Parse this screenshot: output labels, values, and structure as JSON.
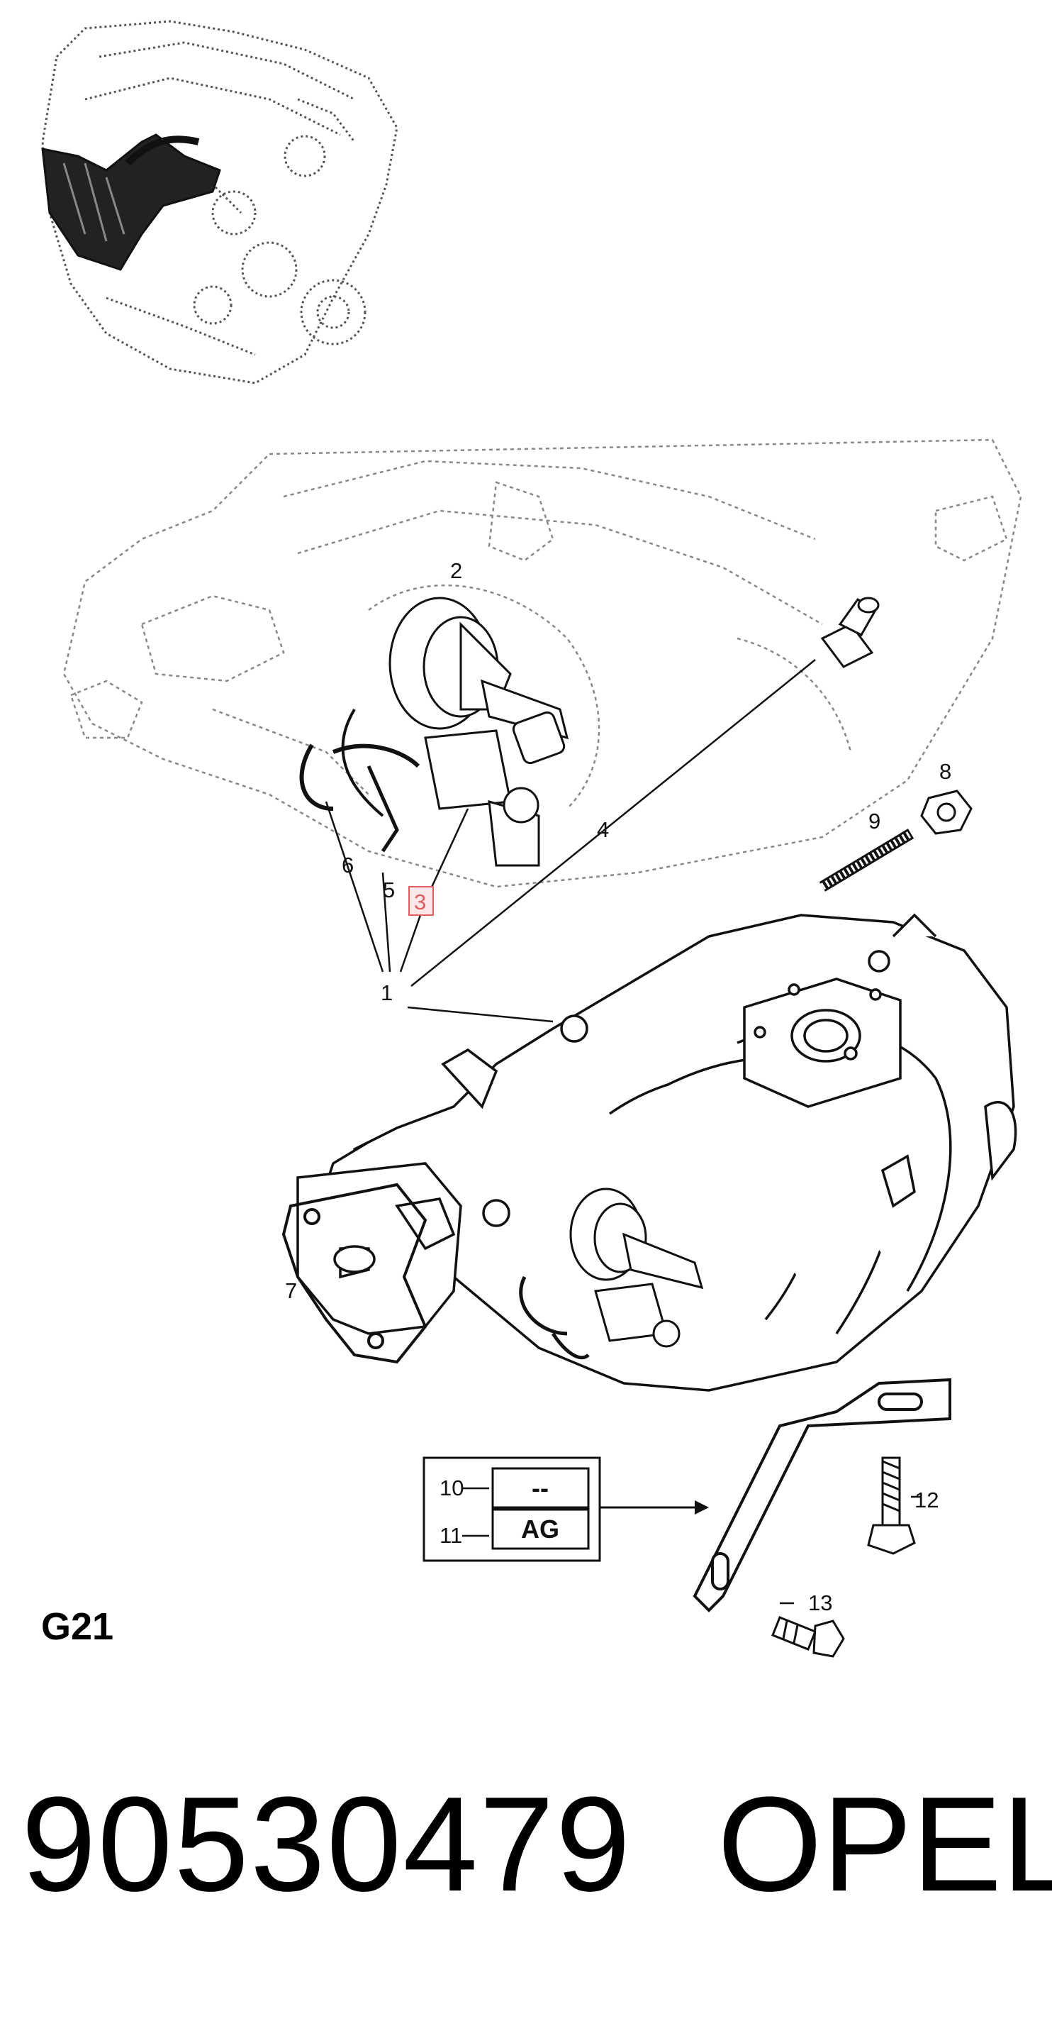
{
  "diagram": {
    "callouts": {
      "c1": "1",
      "c2": "2",
      "c3": "3",
      "c4": "4",
      "c5": "5",
      "c6": "6",
      "c7": "7",
      "c8": "8",
      "c9": "9",
      "c10": "10",
      "c11": "11",
      "c12": "12",
      "c13": "13"
    },
    "variant_table": {
      "row1_value": "--",
      "row2_value": "AG"
    },
    "group_code": "G21",
    "part_number": "90530479",
    "brand": "OPEL",
    "highlight_color": "#e06060"
  }
}
